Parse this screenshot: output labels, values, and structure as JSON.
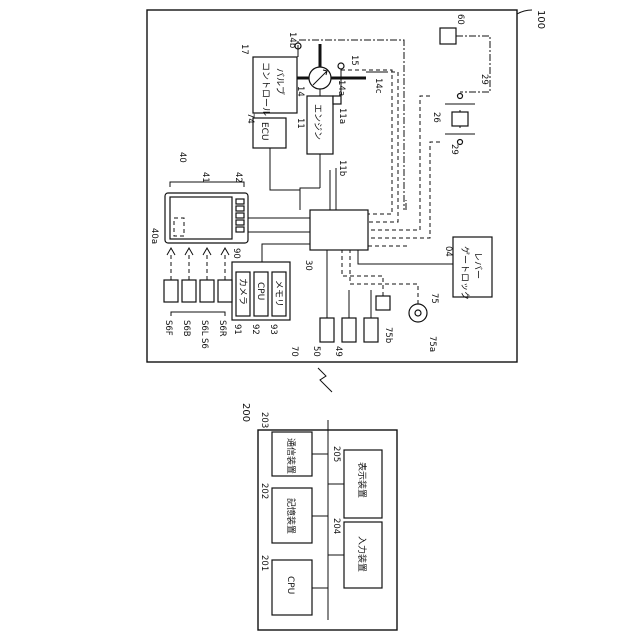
{
  "diagram": {
    "system_100": {
      "ref": "100",
      "engine": {
        "ref": "11",
        "label": "エンジン",
        "ref_a": "11a",
        "ref_b": "11b"
      },
      "pump": {
        "ref": "14",
        "ref_a": "14a",
        "ref_b": "14b",
        "ref_c": "14c"
      },
      "valve": {
        "ref": "17",
        "label_line1": "コントロール",
        "label_line2": "バルブ"
      },
      "ref_15": "15",
      "ecu": {
        "ref": "74",
        "label": "ECU"
      },
      "box_60": "60",
      "actuator": {
        "ref_26": "26",
        "ref_29a": "29",
        "ref_29b": "29"
      },
      "display": {
        "ref": "40",
        "ref_screen": "41",
        "ref_buttons": "42",
        "ref_area": "40a"
      },
      "controller_30": "30",
      "gate_lock": {
        "ref": "04",
        "label_line1": "ゲートロック",
        "label_line2": "レバー"
      },
      "dial": {
        "ref": "75",
        "ref_a": "75a",
        "ref_b": "75b"
      },
      "units": [
        "70",
        "50",
        "49"
      ],
      "unit_90": {
        "ref": "90",
        "camera": "カメラ",
        "cpu": "CPU",
        "memory": "メモリ",
        "ref_91": "91",
        "ref_92": "92",
        "ref_93": "93"
      },
      "sensors": {
        "group": "S6",
        "items": [
          "S6F",
          "S6B",
          "S6L",
          "S6R"
        ]
      }
    },
    "system_200": {
      "ref": "200",
      "cpu": {
        "ref": "201",
        "label": "CPU"
      },
      "storage": {
        "ref": "202",
        "label": "記憶装置"
      },
      "comm": {
        "ref": "203",
        "label": "通信装置"
      },
      "input": {
        "ref": "204",
        "label": "入力装置"
      },
      "disp": {
        "ref": "205",
        "label": "表示装置"
      }
    }
  }
}
